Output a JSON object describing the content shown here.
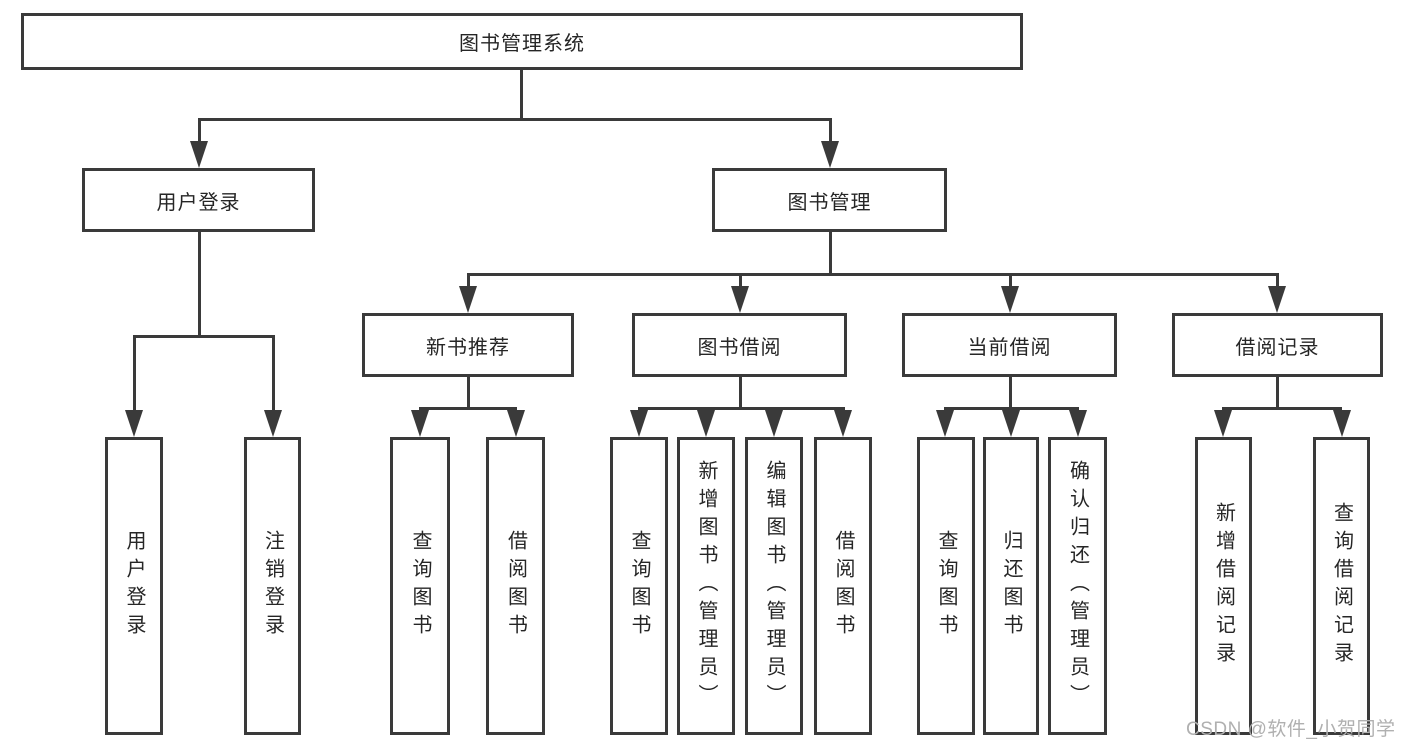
{
  "diagram": {
    "root": "图书管理系统",
    "branches": [
      {
        "label": "用户登录",
        "children": [
          "用户登录",
          "注销登录"
        ]
      },
      {
        "label": "图书管理",
        "sections": [
          {
            "label": "新书推荐",
            "children": [
              "查询图书",
              "借阅图书"
            ]
          },
          {
            "label": "图书借阅",
            "children": [
              "查询图书",
              "新增图书（管理员）",
              "编辑图书（管理员）",
              "借阅图书"
            ]
          },
          {
            "label": "当前借阅",
            "children": [
              "查询图书",
              "归还图书",
              "确认归还（管理员）"
            ]
          },
          {
            "label": "借阅记录",
            "children": [
              "新增借阅记录",
              "查询借阅记录"
            ]
          }
        ]
      }
    ]
  },
  "watermark": "CSDN @软件_小贺同学",
  "colors": {
    "line": "#3a3a3a",
    "text": "#262626",
    "watermark": "#b0b0b0",
    "background": "#ffffff"
  }
}
